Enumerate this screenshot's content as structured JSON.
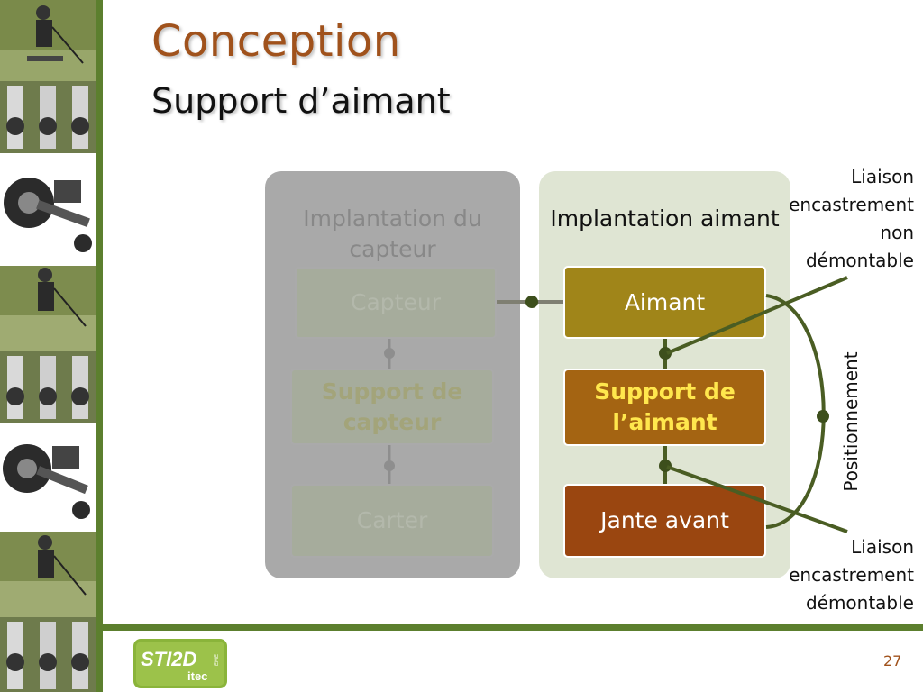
{
  "slide": {
    "title": "Conception",
    "subtitle": "Support d’aimant",
    "page_number": "27"
  },
  "logo": {
    "brand": "STI2D",
    "sub": "itec",
    "badge": "EME"
  },
  "diagram": {
    "left_group": {
      "title": "Implantation du capteur",
      "boxes": [
        "Capteur",
        "Support de capteur",
        "Carter"
      ]
    },
    "right_group": {
      "title": "Implantation aimant",
      "boxes": [
        "Aimant",
        "Support de l’aimant",
        "Jante avant"
      ]
    },
    "annotations": {
      "top_note": [
        "Liaison",
        "encastrement",
        "non",
        "démontable"
      ],
      "bottom_note": [
        "Liaison",
        "encastrement",
        "démontable"
      ],
      "vertical_label": "Positionnement"
    }
  },
  "colors": {
    "title": "#a0521c",
    "accent_green": "#5c7f2e",
    "connector": "#4a5d23",
    "aimant": "#a08519",
    "support": "#a46412",
    "jante": "#9a4610"
  }
}
